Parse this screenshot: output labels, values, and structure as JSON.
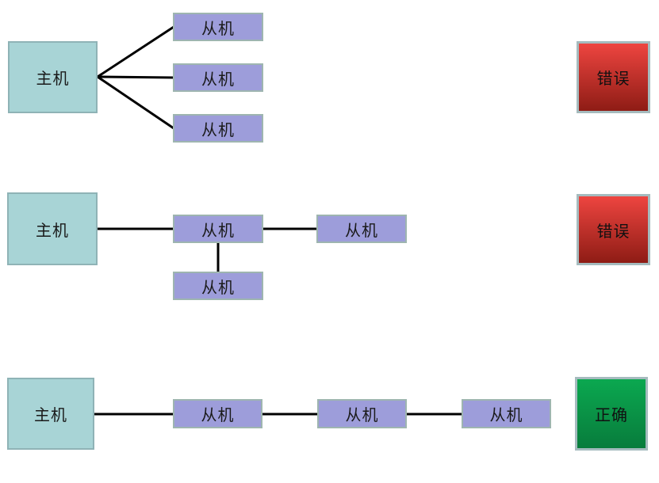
{
  "diagram": {
    "rows": [
      {
        "topology": "star-fanout",
        "master": "主机",
        "slaves": [
          "从机",
          "从机",
          "从机"
        ],
        "verdict": "错误",
        "verdict_status": "error"
      },
      {
        "topology": "chain-with-branch",
        "master": "主机",
        "slaves": [
          "从机",
          "从机",
          "从机"
        ],
        "verdict": "错误",
        "verdict_status": "error"
      },
      {
        "topology": "daisy-chain",
        "master": "主机",
        "slaves": [
          "从机",
          "从机",
          "从机"
        ],
        "verdict": "正确",
        "verdict_status": "correct"
      }
    ],
    "colors": {
      "master_fill": "#a8d4d6",
      "master_border": "#8fb3b6",
      "slave_fill": "#9d9dda",
      "slave_border": "#9eb5b0",
      "error_gradient_top": "#ee4540",
      "error_gradient_bottom": "#8e1c15",
      "correct_gradient_top": "#0ba850",
      "correct_gradient_bottom": "#087c3c",
      "verdict_border": "#a5bbbe",
      "line": "#000000"
    }
  }
}
